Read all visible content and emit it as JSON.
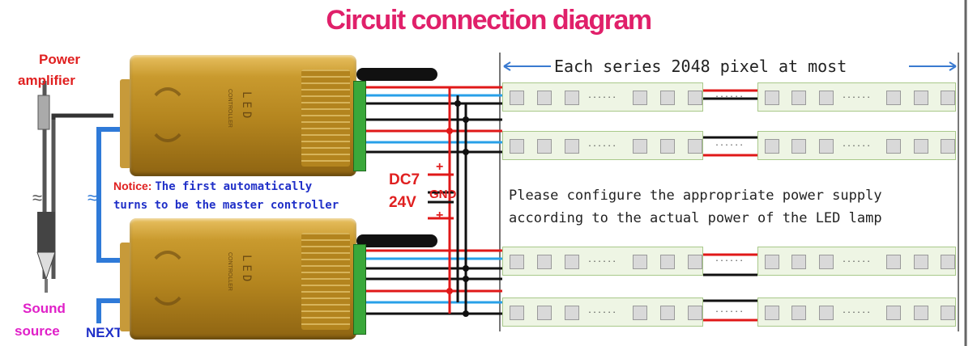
{
  "title": "Circuit connection diagram",
  "labels": {
    "power_amplifier_line1": "Power",
    "power_amplifier_line2": "amplifier",
    "sound_source_line1": "Sound",
    "sound_source_line2": "source",
    "next": "NEXT",
    "notice_prefix": "Notice:",
    "notice_line1": "The first automatically",
    "notice_line2": "turns to be the master controller",
    "dc_line1": "DC7",
    "dc_line2": "24V",
    "gnd": "GND",
    "plus_top": "+",
    "plus_bottom": "+",
    "series_note": "Each series 2048 pixel at most",
    "power_note_line1": "Please configure the appropriate power supply",
    "power_note_line2": "according to the actual power of the LED lamp",
    "controller_text": "LED",
    "controller_subtext": "CONTROLLER",
    "strip_dots": "......",
    "approx_symbol": "≈"
  },
  "colors": {
    "title": "#e0206a",
    "red_labels": "#e02020",
    "magenta_labels": "#e020c8",
    "notice_text": "#2030c8",
    "controller_gold": "#c99a2e",
    "wire_red": "#e01818",
    "wire_blue": "#28a0e8",
    "wire_black": "#111111"
  }
}
